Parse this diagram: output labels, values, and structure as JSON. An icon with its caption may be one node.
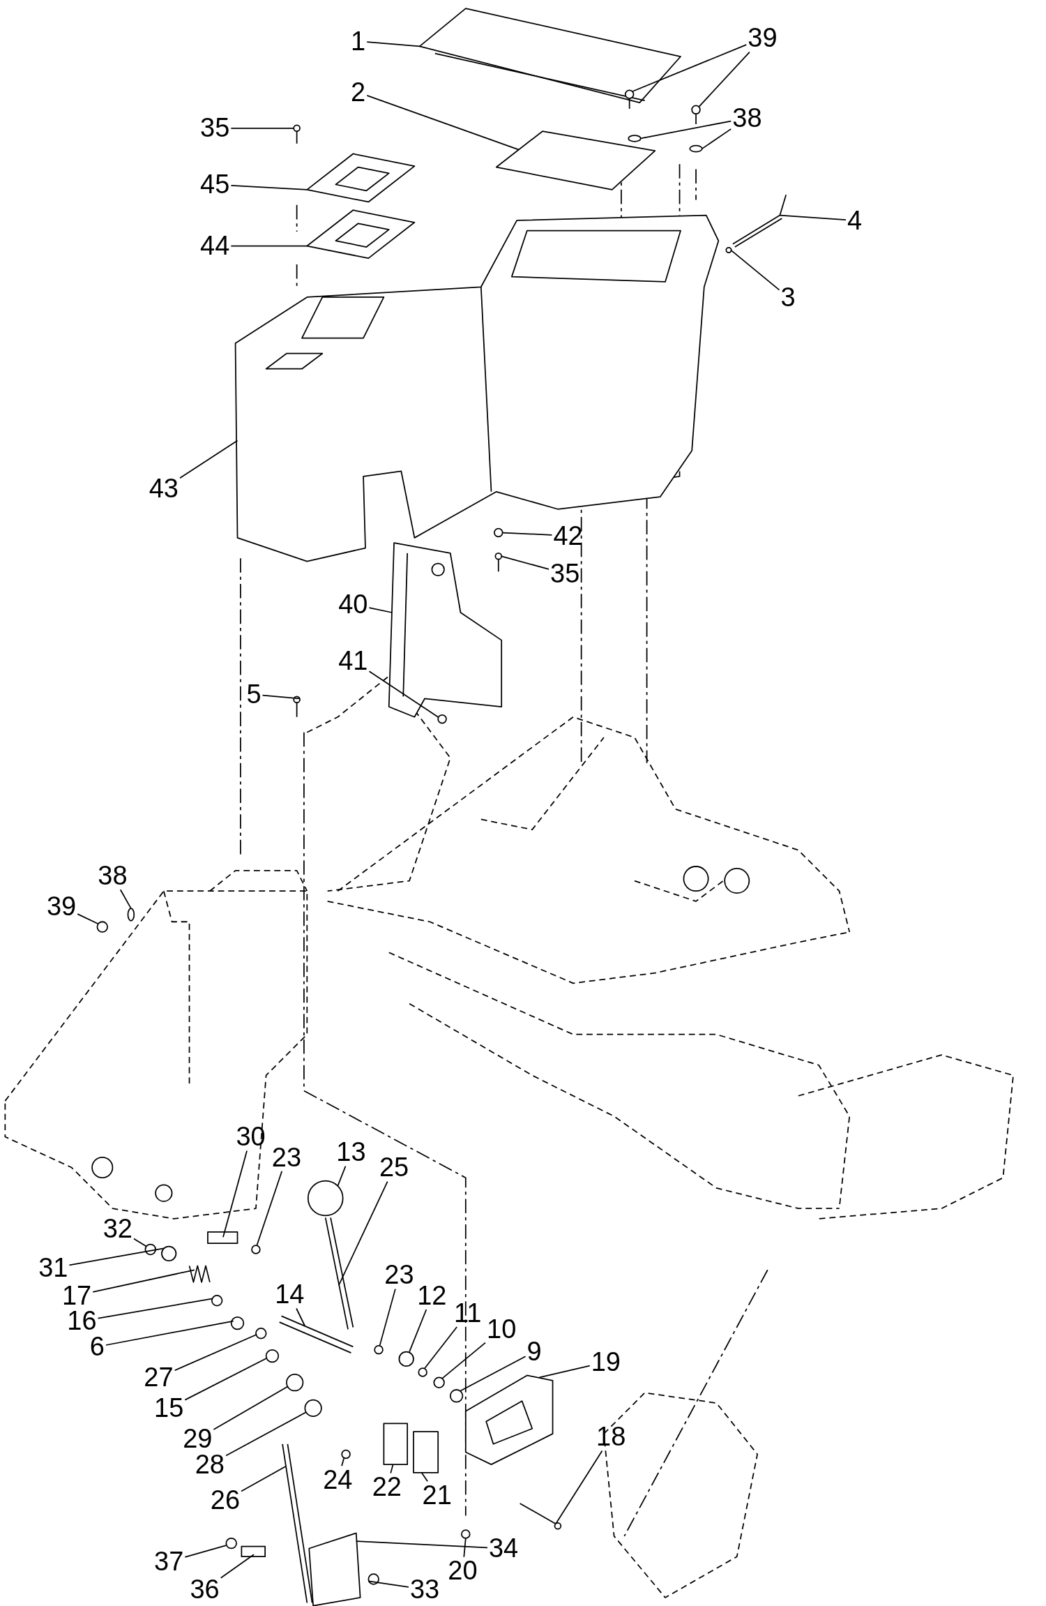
{
  "diagram": {
    "nodes": [
      {
        "text": [
          "1"
        ]
      },
      {
        "text": [
          "39"
        ]
      },
      {
        "text": [
          "38"
        ]
      },
      {
        "text": [
          "2"
        ]
      },
      {
        "text": [
          "35"
        ]
      },
      {
        "text": [
          "45"
        ]
      },
      {
        "text": [
          "4"
        ]
      },
      {
        "text": [
          "44"
        ]
      },
      {
        "text": [
          "3"
        ]
      },
      {
        "text": [
          "43"
        ]
      },
      {
        "text": [
          "42"
        ]
      },
      {
        "text": [
          "35"
        ]
      },
      {
        "text": [
          "40"
        ]
      },
      {
        "text": [
          "41"
        ]
      },
      {
        "text": [
          "5"
        ]
      },
      {
        "text": [
          "38"
        ]
      },
      {
        "text": [
          "39"
        ]
      },
      {
        "text": [
          "30"
        ]
      },
      {
        "text": [
          "23"
        ]
      },
      {
        "text": [
          "13"
        ]
      },
      {
        "text": [
          "25"
        ]
      },
      {
        "text": [
          "32"
        ]
      },
      {
        "text": [
          "23"
        ]
      },
      {
        "text": [
          "31"
        ]
      },
      {
        "text": [
          "12"
        ]
      },
      {
        "text": [
          "11"
        ]
      },
      {
        "text": [
          "17"
        ]
      },
      {
        "text": [
          "10"
        ]
      },
      {
        "text": [
          "16"
        ]
      },
      {
        "text": [
          "14"
        ]
      },
      {
        "text": [
          "9"
        ]
      },
      {
        "text": [
          "6"
        ]
      },
      {
        "text": [
          "19"
        ]
      },
      {
        "text": [
          "27"
        ]
      },
      {
        "text": [
          "15"
        ]
      },
      {
        "text": [
          "29"
        ]
      },
      {
        "text": [
          "28"
        ]
      },
      {
        "text": [
          "18"
        ]
      },
      {
        "text": [
          "26"
        ]
      },
      {
        "text": [
          "24"
        ]
      },
      {
        "text": [
          "22"
        ]
      },
      {
        "text": [
          "21"
        ]
      },
      {
        "text": [
          "37"
        ]
      },
      {
        "text": [
          "34"
        ]
      },
      {
        "text": [
          "20"
        ]
      },
      {
        "text": [
          "36"
        ]
      },
      {
        "text": [
          "33"
        ]
      },
      {
        "text": [],
        "shape": "picture"
      },
      {
        "text": [],
        "shape": "picture"
      },
      {
        "text": [],
        "shape": "picture"
      },
      {
        "text": [],
        "shape": "circle"
      },
      {
        "text": [],
        "shape": "circle"
      },
      {
        "text": [],
        "shape": "box"
      },
      {
        "text": [],
        "shape": "picture"
      },
      {
        "text": [],
        "shape": "picture"
      },
      {
        "text": [],
        "shape": "picture"
      },
      {
        "text": [],
        "shape": "picture"
      },
      {
        "text": [],
        "shape": "circle"
      },
      {
        "text": [],
        "shape": "picture"
      },
      {
        "text": [],
        "shape": "circle"
      },
      {
        "text": [],
        "shape": "picture"
      },
      {
        "text": [],
        "shape": "picture"
      },
      {
        "text": [],
        "shape": "circle"
      },
      {
        "text": [],
        "shape": "picture"
      },
      {
        "text": [],
        "shape": "circle"
      },
      {
        "text": [],
        "shape": "circle"
      },
      {
        "text": [],
        "shape": "box"
      },
      {
        "text": [],
        "shape": "circle"
      },
      {
        "text": [],
        "shape": "circle"
      },
      {
        "text": [],
        "shape": "picture"
      },
      {
        "text": [],
        "shape": "circle"
      },
      {
        "text": [],
        "shape": "circle"
      },
      {
        "text": [],
        "shape": "circle"
      },
      {
        "text": [],
        "shape": "circle"
      },
      {
        "text": [],
        "shape": "circle"
      },
      {
        "text": [],
        "shape": "picture"
      },
      {
        "text": [],
        "shape": "circle"
      },
      {
        "text": [],
        "shape": "circle"
      },
      {
        "text": [],
        "shape": "picture"
      },
      {
        "text": [],
        "shape": "circle"
      },
      {
        "text": [],
        "shape": "circle"
      },
      {
        "text": [],
        "shape": "picture"
      },
      {
        "text": [],
        "shape": "circle"
      },
      {
        "text": [],
        "shape": "circle"
      },
      {
        "text": [],
        "shape": "circle"
      },
      {
        "text": [],
        "shape": "circle"
      },
      {
        "text": [],
        "shape": "picture"
      },
      {
        "text": [],
        "shape": "picture"
      },
      {
        "text": [],
        "shape": "circle"
      },
      {
        "text": [],
        "shape": "box"
      },
      {
        "text": [],
        "shape": "box"
      },
      {
        "text": [],
        "shape": "circle"
      },
      {
        "text": [],
        "shape": "box"
      },
      {
        "text": [],
        "shape": "circle"
      },
      {
        "text": [],
        "shape": "box"
      },
      {
        "text": [],
        "shape": "circle"
      }
    ],
    "edges": [
      {
        "from": 0,
        "to": 47,
        "arrow": "none"
      },
      {
        "from": 1,
        "to": 48,
        "arrow": "none"
      },
      {
        "from": 1,
        "to": 49,
        "arrow": "none"
      },
      {
        "from": 2,
        "to": 50,
        "arrow": "none"
      },
      {
        "from": 2,
        "to": 51,
        "arrow": "none"
      },
      {
        "from": 3,
        "to": 52,
        "arrow": "none"
      },
      {
        "from": 4,
        "to": 53,
        "arrow": "none"
      },
      {
        "from": 5,
        "to": 54,
        "arrow": "none"
      },
      {
        "from": 6,
        "to": 55,
        "arrow": "none"
      },
      {
        "from": 7,
        "to": 56,
        "arrow": "none"
      },
      {
        "from": 8,
        "to": 57,
        "arrow": "none"
      },
      {
        "from": 9,
        "to": 58,
        "arrow": "none"
      },
      {
        "from": 10,
        "to": 59,
        "arrow": "none"
      },
      {
        "from": 11,
        "to": 60,
        "arrow": "none"
      },
      {
        "from": 12,
        "to": 61,
        "arrow": "none"
      },
      {
        "from": 13,
        "to": 62,
        "arrow": "none"
      },
      {
        "from": 14,
        "to": 63,
        "arrow": "none"
      },
      {
        "from": 15,
        "to": 64,
        "arrow": "none"
      },
      {
        "from": 16,
        "to": 65,
        "arrow": "none"
      },
      {
        "from": 17,
        "to": 66,
        "arrow": "none"
      },
      {
        "from": 18,
        "to": 67,
        "arrow": "none"
      },
      {
        "from": 19,
        "to": 68,
        "arrow": "none"
      },
      {
        "from": 20,
        "to": 69,
        "arrow": "none"
      },
      {
        "from": 21,
        "to": 70,
        "arrow": "none"
      },
      {
        "from": 22,
        "to": 71,
        "arrow": "none"
      },
      {
        "from": 23,
        "to": 72,
        "arrow": "none"
      },
      {
        "from": 24,
        "to": 73,
        "arrow": "none"
      },
      {
        "from": 25,
        "to": 74,
        "arrow": "none"
      },
      {
        "from": 26,
        "to": 75,
        "arrow": "none"
      },
      {
        "from": 27,
        "to": 76,
        "arrow": "none"
      },
      {
        "from": 28,
        "to": 77,
        "arrow": "none"
      },
      {
        "from": 29,
        "to": 78,
        "arrow": "none"
      },
      {
        "from": 30,
        "to": 79,
        "arrow": "none"
      },
      {
        "from": 31,
        "to": 80,
        "arrow": "none"
      },
      {
        "from": 32,
        "to": 81,
        "arrow": "none"
      },
      {
        "from": 33,
        "to": 82,
        "arrow": "none"
      },
      {
        "from": 34,
        "to": 83,
        "arrow": "none"
      },
      {
        "from": 35,
        "to": 84,
        "arrow": "none"
      },
      {
        "from": 36,
        "to": 85,
        "arrow": "none"
      },
      {
        "from": 37,
        "to": 86,
        "arrow": "none"
      },
      {
        "from": 38,
        "to": 87,
        "arrow": "none"
      },
      {
        "from": 39,
        "to": 88,
        "arrow": "none"
      },
      {
        "from": 40,
        "to": 89,
        "arrow": "none"
      },
      {
        "from": 41,
        "to": 90,
        "arrow": "none"
      },
      {
        "from": 42,
        "to": 91,
        "arrow": "none"
      },
      {
        "from": 43,
        "to": 92,
        "arrow": "none"
      },
      {
        "from": 44,
        "to": 93,
        "arrow": "none"
      },
      {
        "from": 45,
        "to": 94,
        "arrow": "none"
      },
      {
        "from": 46,
        "to": 95,
        "arrow": "none"
      }
    ]
  }
}
